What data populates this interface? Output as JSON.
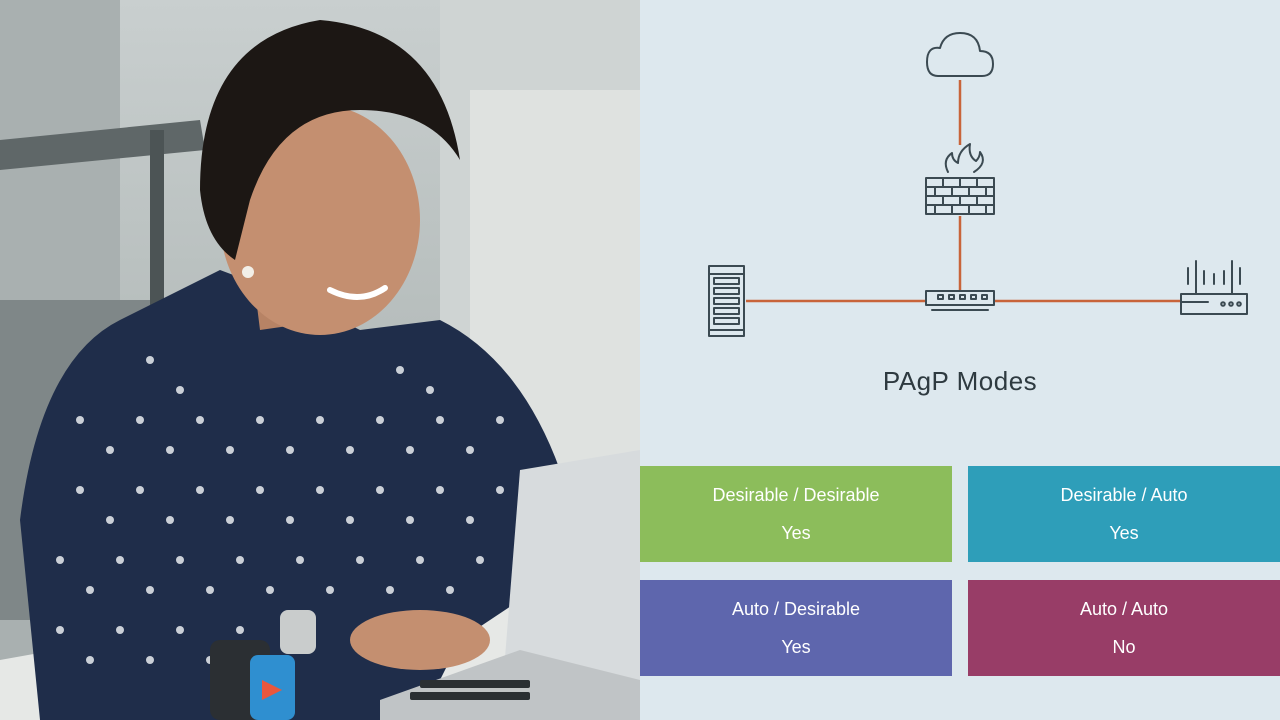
{
  "diagram": {
    "title": "PAgP Modes",
    "link_color": "#c8643a",
    "icon_color": "#3b4a52",
    "nodes": [
      {
        "id": "cloud",
        "icon": "cloud-icon"
      },
      {
        "id": "firewall",
        "icon": "firewall-icon"
      },
      {
        "id": "switch",
        "icon": "switch-icon"
      },
      {
        "id": "server",
        "icon": "server-icon"
      },
      {
        "id": "router",
        "icon": "router-icon"
      }
    ],
    "links": [
      [
        "cloud",
        "firewall"
      ],
      [
        "firewall",
        "switch"
      ],
      [
        "server",
        "switch"
      ],
      [
        "switch",
        "router"
      ]
    ]
  },
  "modes": [
    {
      "combo": "Desirable / Desirable",
      "result": "Yes",
      "color": "#8cbd5b"
    },
    {
      "combo": "Desirable / Auto",
      "result": "Yes",
      "color": "#2e9eb9"
    },
    {
      "combo": "Auto / Desirable",
      "result": "Yes",
      "color": "#5e66ad"
    },
    {
      "combo": "Auto / Auto",
      "result": "No",
      "color": "#983d67"
    }
  ]
}
